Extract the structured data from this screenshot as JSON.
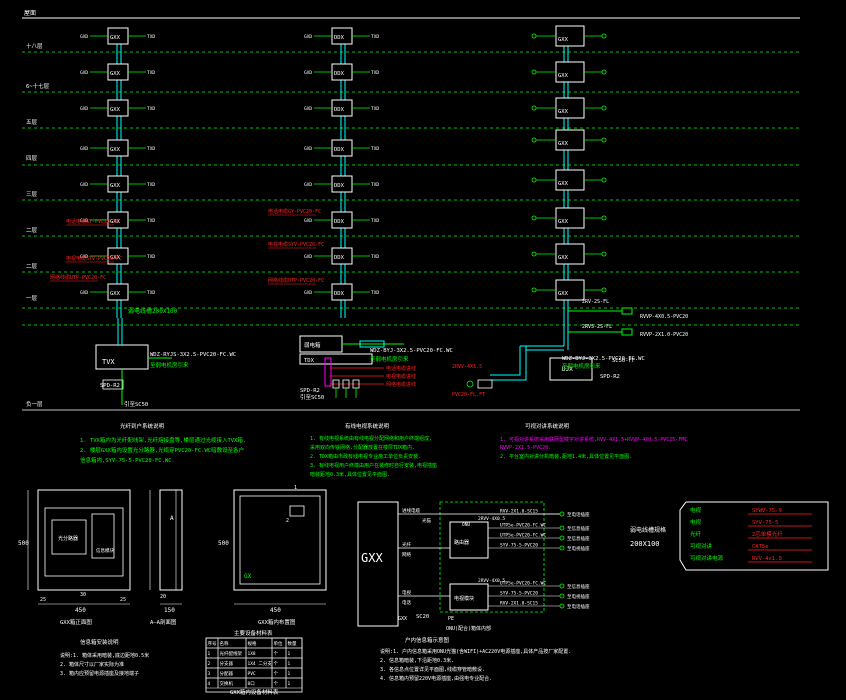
{
  "drawing": {
    "top_label": "屋面",
    "floors": [
      {
        "label": "十八层"
      },
      {
        "label": "6~十七层"
      },
      {
        "label": "五层"
      },
      {
        "label": "四层"
      },
      {
        "label": "三层"
      },
      {
        "label": "二层"
      },
      {
        "label": "二层"
      },
      {
        "label": "一层"
      },
      {
        "label": "负一层"
      }
    ],
    "box_label": "GXX",
    "box_label_b": "DDX",
    "phone_left": "GXD",
    "phone_right": "TXD",
    "cable_notes": [
      "电话电缆GY-PVC20-FC",
      "电视电缆SYV-PVC20-FC",
      "网络线缆UTP-PVC20-FC",
      "电话电缆GY-PVC20-FC",
      "电视电缆SYV-PVC20-FC",
      "网络线缆UTP-PVC20-FC"
    ],
    "trunk_note": "弱电线槽200X100",
    "col1_entry": {
      "box": "TVX",
      "cable": "WDZ-RYJS-3X2.5-PVC20-FC.WC",
      "note": "至弱电机房引来",
      "spd": "SPD-R2",
      "earth": "引至SC50"
    },
    "col2_entry": {
      "box1": "弱电箱",
      "box2": "TDX",
      "cable": "WDZ-BYJ-3X2.5-PVC20-FC.WC",
      "note": "至弱电机房引来",
      "spd": "SPD-R2",
      "earth": "引至SC50",
      "cable_a": "电话电缆进线",
      "cable_b": "电视电缆进线",
      "cable_c": "网络电缆进线"
    },
    "col3_entry": {
      "box": "DJX",
      "cable": "WDZ-BYJ-3X2.5-PVC20-FC.WC",
      "note": "至弱电机房引来",
      "spd": "SPD-R2",
      "sc": "SC50-FF",
      "w1": "2RV-2S-FL",
      "w2": "2RVS-2S-FL",
      "w3": "RVVP-4X0.5-PVC20",
      "w4": "RVVP-2X1.0-PVC20",
      "w5": "2RVV-4X1.5",
      "w6": "PVC20-FL.FT"
    },
    "notes1": {
      "title": "光纤到户系统说明",
      "lines": [
        "1. TVX箱内为光纤配线架,光纤熔接盘等,楼层通过光缆接入TVX箱.",
        "2. 楼层GXX箱内设置光分路器,光缆穿PVC20-FC.WC暗敷设至各户",
        "   信息箱内,SYV-75-5-PVC20-FC.WC."
      ]
    },
    "notes2": {
      "title": "有线电视系统说明",
      "lines": [
        "1. 有线电视系统由有线电视分配网络和用户终端组成,",
        "   采用双向传输网络,分配器放置在楼层TDX箱内.",
        "2. TDX箱由市政有线电视专业施工单位负责安装.",
        "3. 有线电视用户终端由用户在装修时自行安装,电视插座",
        "   暗装距地0.3米,具体位置见平面图."
      ]
    },
    "notes3": {
      "title": "可视对讲系统说明",
      "lines": [
        "1. 可视对讲系统采用联网型楼宇对讲系统,RVV-4X1.5+RVVP-4X0.5-PVC25-FMC",
        "   RVVP-2X1.5-PVC20.",
        "2. 平台室内对讲分机暗装,距地1.4米,具体位置见平面图."
      ]
    },
    "box_detail": {
      "front_label": "GXX箱正面图",
      "side_label": "A—A剖面图",
      "side_mark": "A",
      "inner_label": "GXX箱内布置图",
      "inner_tag": "GX",
      "inner_num": "1",
      "inner_mark": "2",
      "panel_left": "光分路器",
      "panel_right": "信息模块",
      "dim_h": "500",
      "dim_w": "450",
      "dim_e1": "25",
      "dim_e2": "25",
      "dim_d": "150",
      "dim_w2": "450",
      "dim_h2": "500",
      "dim_d_small": "20",
      "dim_m": "30"
    },
    "small_notes": {
      "title": "信息箱安装说明",
      "lines": [
        "说明:1. 箱体采用暗装,底边距地0.5米",
        "     2. 箱体尺寸以厂家实际为准",
        "     3. 箱内应预留电源插座及接地端子"
      ]
    },
    "table": {
      "title": "主要设备材料表",
      "footer": "GXX箱内设备材料表",
      "headers": [
        "序号",
        "名称",
        "规格",
        "单位",
        "数量"
      ],
      "rows": [
        [
          "1",
          "光纤配线架",
          "1X8",
          "个",
          "1"
        ],
        [
          "2",
          "分支器",
          "1X4 二分支",
          "个",
          "1"
        ],
        [
          "3",
          "分配器",
          "PVC",
          "个",
          "1"
        ],
        [
          "4",
          "交换机",
          "8口",
          "个",
          "1"
        ]
      ]
    },
    "home_box": {
      "title": "GXX",
      "top_cable": "进线电缆",
      "mod1": "光猫",
      "mod1_tag": "ONU",
      "mod2": "路由器",
      "mod2_tag": "电视模块",
      "bottom_label": "GXX",
      "wire_a": "2RVV-4X0.5",
      "wire_b": "2RVV-4X0.5",
      "left_a": "光纤",
      "left_b": "网络",
      "left_c": "电视",
      "left_d": "电话",
      "earth": "PE",
      "sc": "SC20",
      "frame_label": "ONU(配合)箱体内部",
      "outs": [
        {
          "cable": "RVV-2X1.0-SC15",
          "dest": "至电话插座"
        },
        {
          "cable": "UTP5e-PVC20-FC.WC",
          "dest": "至信息插座"
        },
        {
          "cable": "UTP5e-PVC20-FC.WC",
          "dest": "至信息插座"
        },
        {
          "cable": "SYV-75-5-PVC20",
          "dest": "至电视插座"
        },
        {
          "cable": "UTP5e-PVC20-FC.WC",
          "dest": "至信息插座"
        },
        {
          "cable": "SYV-75-5-PVC20",
          "dest": "至电视插座"
        },
        {
          "cable": "RVV-2X1.0-SC15",
          "dest": "至电话插座"
        }
      ]
    },
    "home_notes": {
      "title": "户内信息箱示意图",
      "lines": [
        "说明:1. 户内信息箱采用ONU光猫(含WIFI)+AC220V电源插座,具体产品按厂家配置.",
        "     2. 信息箱暗装,下沿距地0.3米.",
        "     3. 各信息点位置详见平面图,线缆穿管暗敷设.",
        "     4. 信息箱内预留220V电源插座,由强电专业配合."
      ]
    },
    "legend_title_1": "弱电线槽规格",
    "legend_title_2": "200X100",
    "legend": [
      {
        "name": "电视",
        "value": "SYWV-75-9"
      },
      {
        "name": "电视",
        "value": "SYV-75-5"
      },
      {
        "name": "光纤",
        "value": "2芯单模光纤"
      },
      {
        "name": "可视对讲",
        "value": "CAT5e"
      },
      {
        "name": "可视对讲电源",
        "value": "RVV-4x1.0"
      }
    ],
    "colors": {
      "white": "#ffffff",
      "cyan": "#00ffff",
      "green": "#00ff00",
      "red": "#ff2020",
      "magenta": "#ff00ff",
      "yellow": "#ffff00"
    }
  }
}
